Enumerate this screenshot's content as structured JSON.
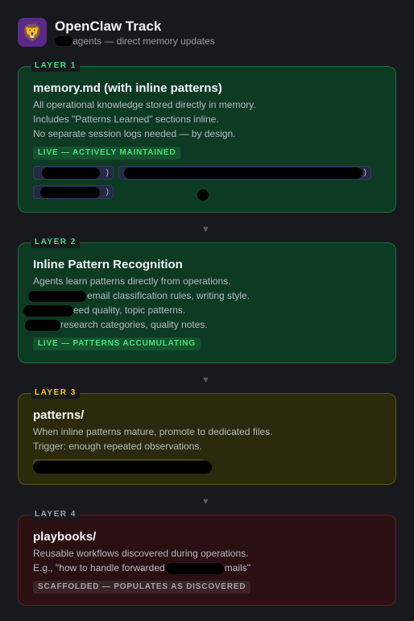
{
  "header": {
    "icon": "lion-icon",
    "title": "OpenClaw Track",
    "subtitle": "agents — direct memory updates"
  },
  "separator_icon": "arrow-down-icon",
  "layers": [
    {
      "tag": "LAYER 1",
      "title": "memory.md (with inline patterns)",
      "lines": [
        "All operational knowledge stored directly in memory.",
        "Includes \"Patterns Learned\" sections inline.",
        "No separate session logs needed — by design."
      ],
      "badge": "LIVE — ACTIVELY MAINTAINED",
      "chips": [
        ")",
        ")",
        ")"
      ],
      "accent": "#4ade80"
    },
    {
      "tag": "LAYER 2",
      "title": "Inline Pattern Recognition",
      "lines": [
        "Agents learn patterns directly from operations.",
        "email classification rules, writing style.",
        "eed quality, topic patterns.",
        "research categories, quality notes."
      ],
      "badge": "LIVE — PATTERNS ACCUMULATING",
      "accent": "#4ade80"
    },
    {
      "tag": "LAYER 3",
      "title": "patterns/",
      "lines": [
        "When inline patterns mature, promote to dedicated files.",
        "Trigger: enough repeated observations."
      ],
      "accent": "#facc15"
    },
    {
      "tag": "LAYER 4",
      "title": "playbooks/",
      "lines": [
        "Reusable workflows discovered during operations.",
        "E.g., \"how to handle forwarded",
        "mails\""
      ],
      "badge": "SCAFFOLDED — POPULATES AS DISCOVERED",
      "accent": "#9ca3af"
    }
  ]
}
